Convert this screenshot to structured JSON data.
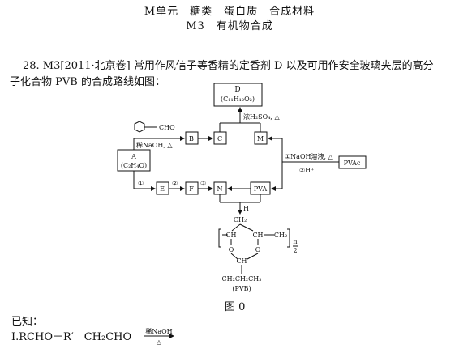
{
  "header": {
    "line1": "M单元　糖类　蛋白质　合成材料",
    "line2": "M3　有机物合成"
  },
  "question": {
    "line1": "28. M3[2011·北京卷]  常用作风信子等香精的定香剂 D 以及可用作安全玻璃夹层的高分",
    "line2": "子化合物 PVB 的合成路线如图："
  },
  "diagram": {
    "D_label": "D",
    "D_formula": "(C₁₁H₁₂O₂)",
    "cond_DC": "浓H₂SO₄, △",
    "benzaldehyde_group": "CHO",
    "cond_AB": "稀NaOH, △",
    "B": "B",
    "C": "C",
    "M": "M",
    "A_label": "A",
    "A_formula": "(C₂H₄O)",
    "step1": "①",
    "step2": "②",
    "step3": "③",
    "E": "E",
    "F": "F",
    "N": "N",
    "PVA": "PVA",
    "PVAc": "PVAc",
    "cond_PVAc_1": "①NaOH溶液, △",
    "cond_PVAc_2": "②H⁺",
    "H": "H",
    "pvb_ch2_top": "CH₂",
    "pvb_ch_left": "CH",
    "pvb_ch_right": "CH",
    "pvb_ch2_right": "CH₂",
    "pvb_o_left": "O",
    "pvb_o_right": "O",
    "pvb_ch_bottom": "CH",
    "pvb_chain": "CH₂CH₂CH₃",
    "pvb_n": "n",
    "pvb_n_den": "2",
    "pvb_name": "(PVB)"
  },
  "caption": "图 0",
  "known_label": "已知：",
  "reaction_1": "Ⅰ.RCHO＋R′　CH₂CHO",
  "reaction_1_cond_top": "稀NaOH",
  "reaction_1_cond_bottom": "△"
}
